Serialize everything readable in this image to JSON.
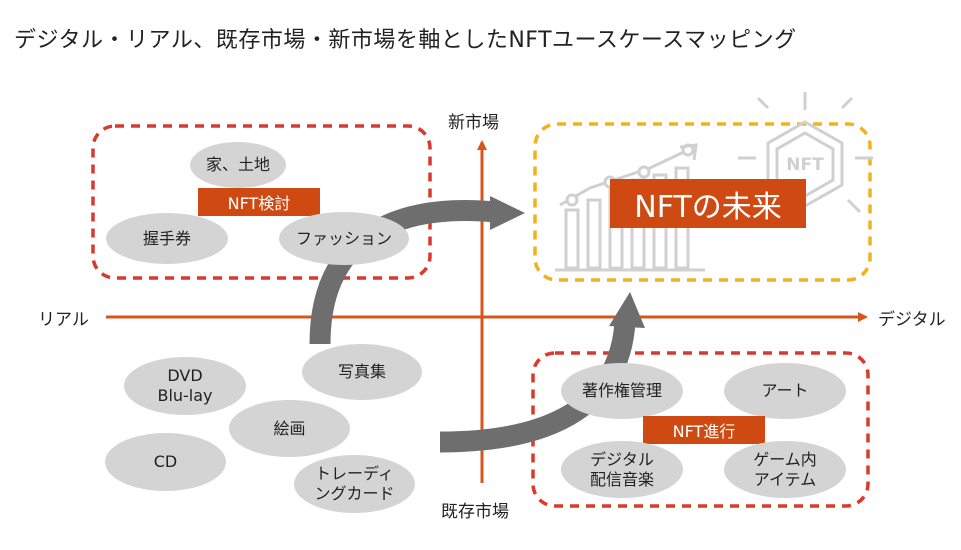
{
  "title": "デジタル・リアル、既存市場・新市場を軸としたNFTユースケースマッピング",
  "axes": {
    "top": "新市場",
    "bottom": "既存市場",
    "left": "リアル",
    "right": "デジタル"
  },
  "top_left_box": {
    "tag": "NFT検討",
    "items": [
      "家、土地",
      "握手券",
      "ファッション"
    ]
  },
  "top_right_box": {
    "label": "NFTの未来",
    "icon": "NFT"
  },
  "bottom_right_box": {
    "tag": "NFT進行",
    "items": [
      "著作権管理",
      "アート",
      "デジタル\n配信音楽",
      "ゲーム内\nアイテム"
    ]
  },
  "bottom_left_items": [
    "DVD\nBlu-lay",
    "写真集",
    "絵画",
    "CD",
    "トレーディ\nングカード"
  ],
  "colors": {
    "axis": "#d9561b",
    "red_dashed": "#d93a2b",
    "yellow_dashed": "#f2b21b",
    "tag_bg": "#cf4a12",
    "ellipse": "#d4d4d4",
    "curved_arrow": "#6e6e6e"
  }
}
